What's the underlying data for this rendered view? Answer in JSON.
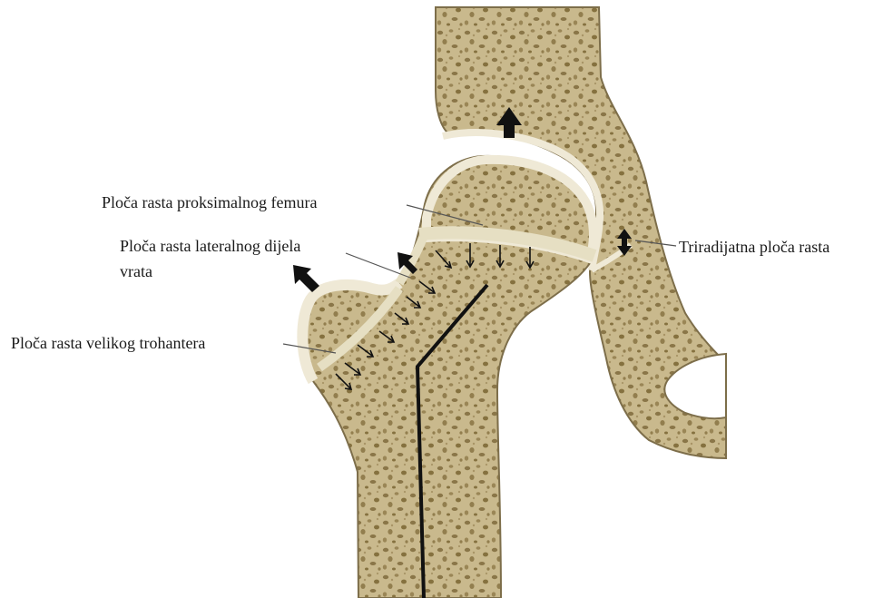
{
  "labels": {
    "proximal_femur_plate": "Ploča rasta proksimalnog femura",
    "lateral_neck_plate_line1": "Ploča rasta lateralnog dijela",
    "lateral_neck_plate_line2": "vrata",
    "greater_trochanter_plate": "Ploča rasta velikog trohantera",
    "triradiate_plate": "Triradijatna ploča rasta"
  },
  "colors": {
    "bone_spongy": "#c7b68a",
    "bone_pore": "#8e7a4c",
    "cortex": "#efe9d6",
    "growth_plate": "#e6dfc3",
    "outline": "#7d6e4a",
    "arrow": "#111111",
    "leader_line": "#555555"
  }
}
